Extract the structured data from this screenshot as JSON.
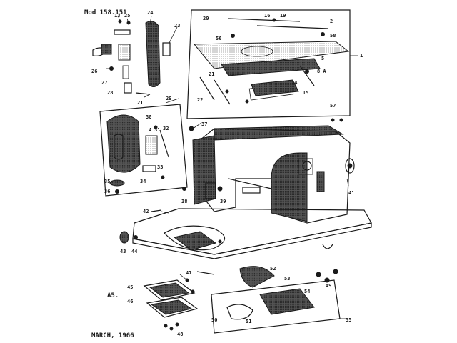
{
  "header": {
    "model": "Mod 158.151"
  },
  "footer": {
    "date": "MARCH, 1966"
  },
  "sheet_mark": "A5.",
  "callouts": [
    {
      "id": "c13",
      "text": "13"
    },
    {
      "id": "c25",
      "text": "25"
    },
    {
      "id": "c24",
      "text": "24"
    },
    {
      "id": "c23",
      "text": "23"
    },
    {
      "id": "c26",
      "text": "26"
    },
    {
      "id": "c27",
      "text": "27"
    },
    {
      "id": "c28",
      "text": "28"
    },
    {
      "id": "c21a",
      "text": "21"
    },
    {
      "id": "c29",
      "text": "29"
    },
    {
      "id": "c30",
      "text": "30"
    },
    {
      "id": "c4a",
      "text": "4"
    },
    {
      "id": "c31",
      "text": "31"
    },
    {
      "id": "c32",
      "text": "32"
    },
    {
      "id": "c33",
      "text": "33"
    },
    {
      "id": "c34",
      "text": "34"
    },
    {
      "id": "c35",
      "text": "35"
    },
    {
      "id": "c36",
      "text": "36"
    },
    {
      "id": "c20",
      "text": "20"
    },
    {
      "id": "c16",
      "text": "16"
    },
    {
      "id": "c19",
      "text": "19"
    },
    {
      "id": "c2",
      "text": "2"
    },
    {
      "id": "c56",
      "text": "56"
    },
    {
      "id": "c58",
      "text": "58"
    },
    {
      "id": "c1",
      "text": "1"
    },
    {
      "id": "c5",
      "text": "5"
    },
    {
      "id": "c21b",
      "text": "21"
    },
    {
      "id": "c22",
      "text": "22"
    },
    {
      "id": "c8a",
      "text": "8 A"
    },
    {
      "id": "c15",
      "text": "15"
    },
    {
      "id": "c14",
      "text": "14"
    },
    {
      "id": "c37",
      "text": "37"
    },
    {
      "id": "c57",
      "text": "57"
    },
    {
      "id": "c38",
      "text": "38"
    },
    {
      "id": "c39",
      "text": "39"
    },
    {
      "id": "c41",
      "text": "41"
    },
    {
      "id": "c42",
      "text": "42"
    },
    {
      "id": "c43",
      "text": "43"
    },
    {
      "id": "c44",
      "text": "44"
    },
    {
      "id": "c47",
      "text": "47"
    },
    {
      "id": "c52",
      "text": "52"
    },
    {
      "id": "c53",
      "text": "53"
    },
    {
      "id": "c54",
      "text": "54"
    },
    {
      "id": "c45",
      "text": "45"
    },
    {
      "id": "c46",
      "text": "46"
    },
    {
      "id": "c48",
      "text": "48"
    },
    {
      "id": "c49",
      "text": "49"
    },
    {
      "id": "c50",
      "text": "50"
    },
    {
      "id": "c51",
      "text": "51"
    },
    {
      "id": "c55",
      "text": "55"
    }
  ]
}
